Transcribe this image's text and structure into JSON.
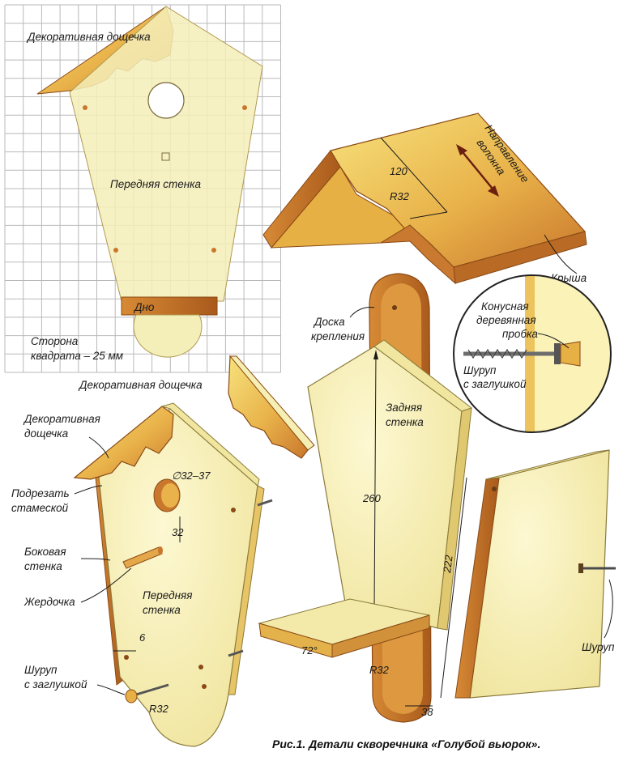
{
  "grid_drawing": {
    "decorative_board": "Декоративная дощечка",
    "front_wall": "Передняя стенка",
    "bottom": "Дно",
    "square_side_line1": "Сторона",
    "square_side_line2": "квадрата – 25 мм"
  },
  "roof": {
    "dim_width": "120",
    "dim_radius": "R32",
    "grain_line1": "Направление",
    "grain_line2": "волокна",
    "label": "Крыша"
  },
  "magnifier": {
    "plug_line1": "Конусная",
    "plug_line2": "деревянная",
    "plug_line3": "пробка",
    "screw_line1": "Шуруп",
    "screw_line2": "с заглушкой"
  },
  "mounting_board": {
    "label_line1": "Доска",
    "label_line2": "крепления",
    "dim_radius": "R32",
    "dim_width": "38"
  },
  "loose_board": {
    "label": "Декоративная дощечка"
  },
  "back_wall": {
    "label_line1": "Задняя",
    "label_line2": "стенка",
    "dim_height": "260",
    "dim_angle": "72°"
  },
  "side_panel": {
    "dim_height": "222",
    "screw_label": "Шуруп"
  },
  "assembled": {
    "decorative_line1": "Декоративная",
    "decorative_line2": "дощечка",
    "chisel_line1": "Подрезать",
    "chisel_line2": "стамеской",
    "side_line1": "Боковая",
    "side_line2": "стенка",
    "perch": "Жердочка",
    "front_line1": "Передняя",
    "front_line2": "стенка",
    "dim_hole": "∅32–37",
    "dim_32": "32",
    "dim_6": "6",
    "screw_line1": "Шуруп",
    "screw_line2": "с заглушкой",
    "dim_radius": "R32"
  },
  "caption": "Рис.1. Детали скворечника «Голубой вьюрок».",
  "colors": {
    "wood_light": "#f6efb4",
    "wood_mid": "#ecc35c",
    "wood_dark": "#c9772c",
    "wood_edge": "#8a4a15",
    "grid": "#b9b9bb",
    "magnifier_bg": "#fbf2b8"
  }
}
